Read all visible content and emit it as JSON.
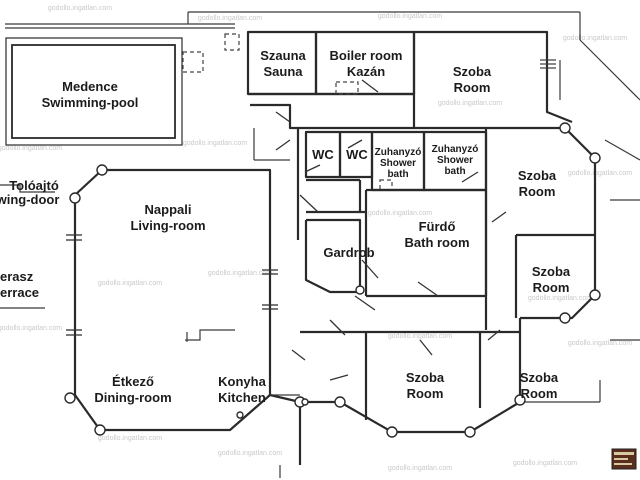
{
  "title": "Floor plan",
  "rooms": {
    "szauna": {
      "hu": "Szauna",
      "en": "Sauna"
    },
    "boiler": {
      "en": "Boiler room",
      "hu": "Kazán"
    },
    "szoba_top": {
      "hu": "Szoba",
      "en": "Room"
    },
    "medence": {
      "hu": "Medence",
      "en": "Swimming-pool"
    },
    "wc1": {
      "label": "WC"
    },
    "wc2": {
      "label": "WC"
    },
    "zuhany1": {
      "hu": "Zuhanyzó",
      "en1": "Shower",
      "en2": "bath"
    },
    "zuhany2": {
      "hu": "Zuhanyzó",
      "en1": "Shower",
      "en2": "bath"
    },
    "szoba_right1": {
      "hu": "Szoba",
      "en": "Room"
    },
    "tolo": {
      "hu": "Tolóajtó",
      "en": "wing-door"
    },
    "nappali": {
      "hu": "Nappali",
      "en": "Living-room"
    },
    "furdo": {
      "hu": "Fürdő",
      "en": "Bath room"
    },
    "gardrob": {
      "label": "Gardrob"
    },
    "szoba_right2": {
      "hu": "Szoba",
      "en": "Room"
    },
    "terasz": {
      "hu": "erasz",
      "en": "errace"
    },
    "etkezo": {
      "hu": "Étkező",
      "en": "Dining-room"
    },
    "konyha": {
      "hu": "Konyha",
      "en": "Kitchen"
    },
    "szoba_bottom1": {
      "hu": "Szoba",
      "en": "Room"
    },
    "szoba_bottom2": {
      "hu": "Szoba",
      "en": "Room"
    }
  },
  "watermark": "godollo.ingatlan.com",
  "logo": "ingatlan-logo"
}
